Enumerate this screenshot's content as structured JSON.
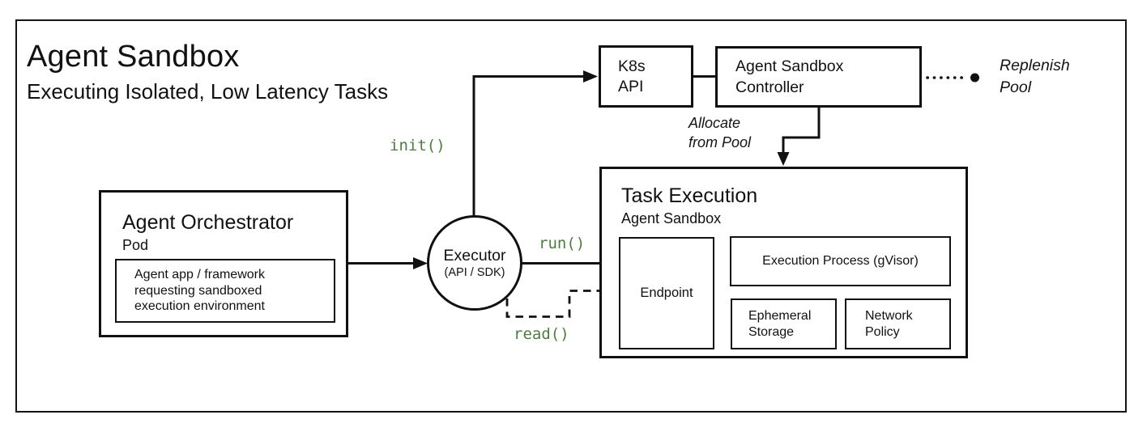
{
  "header": {
    "title": "Agent Sandbox",
    "subtitle": "Executing Isolated, Low Latency Tasks"
  },
  "colors": {
    "stroke": "#111111",
    "accent_green": "#4d7c3f",
    "background": "#ffffff"
  },
  "nodes": {
    "k8s_api": {
      "label": "K8s\nAPI"
    },
    "controller": {
      "label": "Agent Sandbox\nController"
    },
    "orchestrator": {
      "title": "Agent Orchestrator",
      "subtitle": "Pod",
      "inner_label": "Agent app / framework\nrequesting sandboxed\nexecution environment"
    },
    "executor": {
      "title": "Executor",
      "subtitle": "(API / SDK)"
    },
    "task_execution": {
      "title": "Task Execution",
      "subtitle": "Agent Sandbox",
      "endpoint": "Endpoint",
      "execution_process": "Execution Process (gVisor)",
      "ephemeral_storage": "Ephemeral\nStorage",
      "network_policy": "Network\nPolicy"
    }
  },
  "labels": {
    "init": "init()",
    "run": "run()",
    "read": "read()",
    "allocate": "Allocate\nfrom Pool",
    "replenish": "Replenish\nPool"
  }
}
